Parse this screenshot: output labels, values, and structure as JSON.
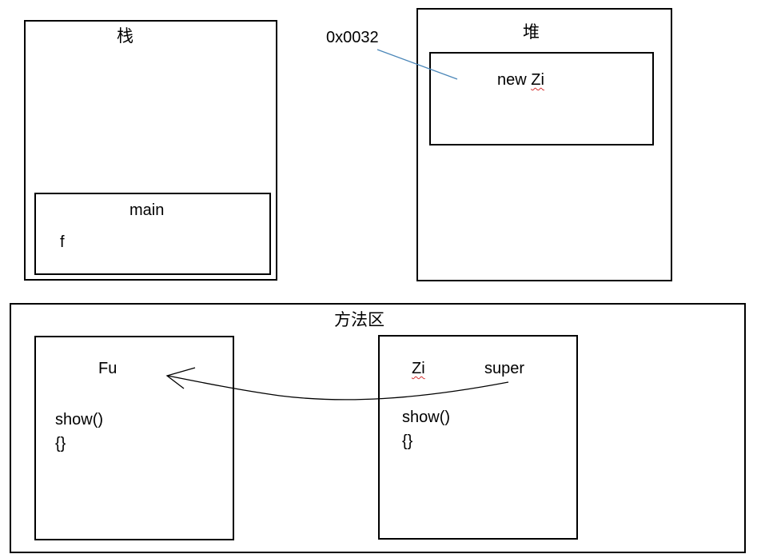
{
  "stack": {
    "title": "栈",
    "frame": {
      "title": "main",
      "variable": "f"
    }
  },
  "heap": {
    "title": "堆",
    "address": "0x0032",
    "object": {
      "label_prefix": "new ",
      "label_class": "Zi"
    }
  },
  "method_area": {
    "title": "方法区",
    "fu": {
      "name": "Fu",
      "method": "show()",
      "body": "{}"
    },
    "zi": {
      "name": "Zi",
      "super_label": "super",
      "method": "show()",
      "body": "{}"
    }
  },
  "colors": {
    "stroke": "#000000",
    "pointer_line": "#4a86b8",
    "spellcheck": "#d32f2f"
  }
}
